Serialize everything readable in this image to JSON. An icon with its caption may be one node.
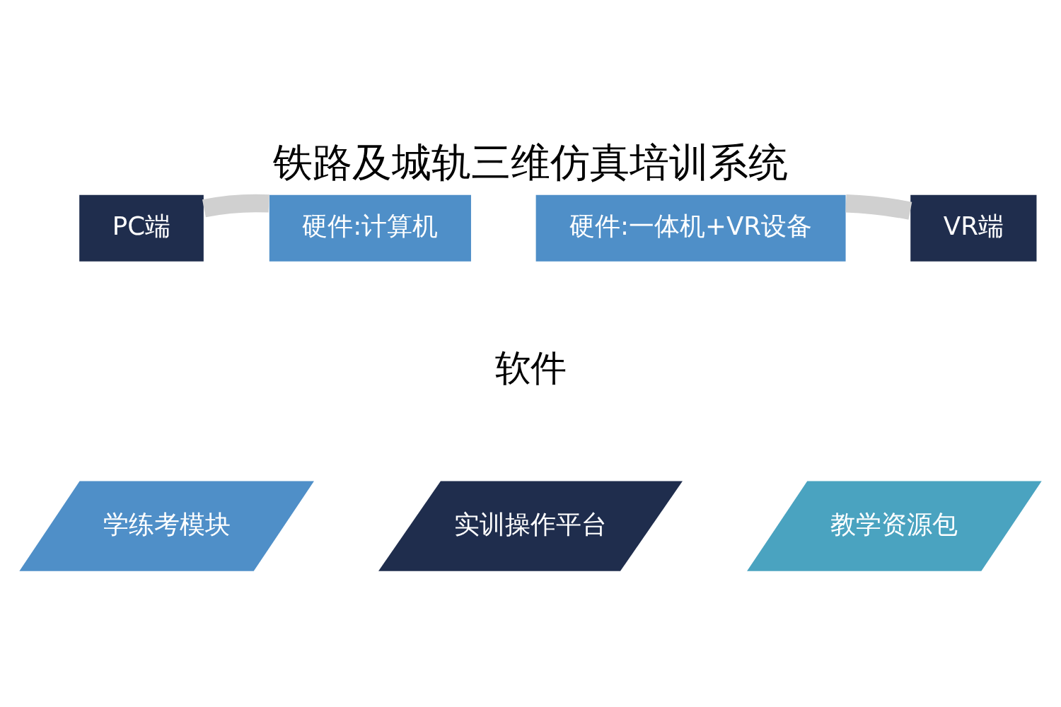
{
  "diagram": {
    "title": "铁路及城轨三维仿真培训系统",
    "nodes": [
      {
        "text": [
          "PC端"
        ]
      },
      {
        "text": [
          "硬件:计算机"
        ]
      },
      {
        "text": [
          "硬件:一体机+VR设备"
        ]
      },
      {
        "text": [
          "VR端"
        ]
      },
      {
        "text": [
          "学练考模块"
        ]
      },
      {
        "text": [
          "实训操作平台"
        ]
      },
      {
        "text": [
          "教学资源包"
        ]
      }
    ],
    "edges": [
      {
        "from": 0,
        "to": 1,
        "arrow": "none"
      },
      {
        "from": 3,
        "to": 2,
        "arrow": "none"
      }
    ],
    "labels": [
      "软件"
    ]
  }
}
